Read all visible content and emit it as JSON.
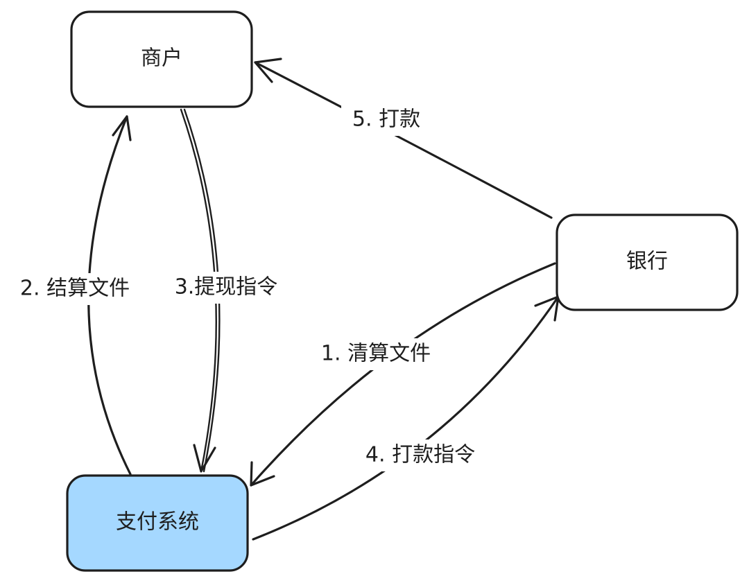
{
  "nodes": {
    "merchant": {
      "label": "商户"
    },
    "bank": {
      "label": "银行"
    },
    "payment_system": {
      "label": "支付系统"
    }
  },
  "edges": {
    "clearing_file": {
      "label": "1. 清算文件"
    },
    "settlement_file": {
      "label": "2. 结算文件"
    },
    "withdraw_instruction": {
      "label": "3.提现指令"
    },
    "payment_instruction": {
      "label": "4. 打款指令"
    },
    "payout": {
      "label": "5. 打款"
    }
  },
  "colors": {
    "stroke": "#1e1e1e",
    "highlight_fill": "#a5d8ff",
    "background": "#ffffff"
  }
}
